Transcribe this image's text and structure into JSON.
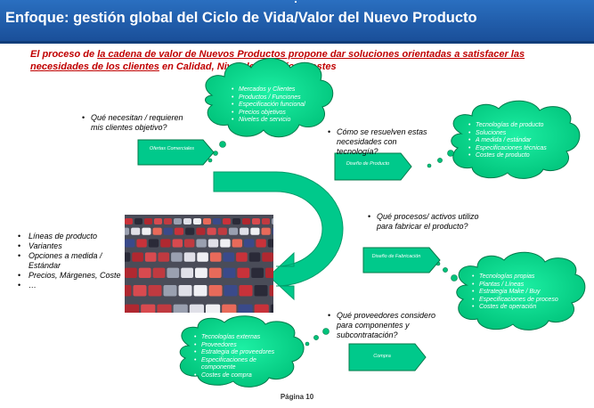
{
  "title": "Enfoque: gestión global del Ciclo de Vida/Valor del Nuevo Producto",
  "intro": {
    "part1": "El proceso de ",
    "part2": "la cadena de valor de Nuevos Productos propone dar soluciones orientadas a satisfacer las necesidades de los clientes",
    "part3": " en Calidad, Nivel de servicio y costes"
  },
  "q1": [
    "Qué necesitan / requieren",
    "mis clientes objetivo?"
  ],
  "q2": [
    "Cómo se resuelven estas",
    "necesidades con",
    "tecnología?"
  ],
  "q3": [
    "Qué procesos/ activos utilizo",
    "para fabricar el producto?"
  ],
  "q4": [
    "Qué proveedores considero",
    "para componentes y",
    "subcontratación?"
  ],
  "cloud1": [
    "Mercados y Clientes",
    "Productos / Funciones",
    "Especificación funcional",
    "Precios objetivos",
    "Niveles de servicio"
  ],
  "cloud2": [
    "Tecnologías de producto",
    "Soluciones",
    "A medida / estándar",
    "Especificaciones técnicas",
    "Costes de producto"
  ],
  "cloud3": [
    "Tecnologías propias",
    "Plantas / Líneas",
    "Estrategia Make / Buy",
    "Especificaciones de proceso",
    "Costes de operación"
  ],
  "cloud4": [
    "Tecnologías externas",
    "Proveedores",
    "Estrategia de proveedores",
    "Especificaciones de",
    "componente",
    "Costes de compra"
  ],
  "arrow1": "Ofertas Comerciales",
  "arrow2": "Diseño de Producto",
  "arrow3": "Diseño de Fabricación",
  "arrow4": "Compra",
  "left_list": [
    "Líneas de producto",
    "Variantes",
    "Opciones a medida / Estándar",
    "Precios, Márgenes, Coste",
    "…"
  ],
  "footer": "Página 10",
  "colors": {
    "header": "#1f5aa8",
    "accent": "#c00000",
    "green": "#00cc88",
    "cloud_edge": "#007a4a"
  }
}
